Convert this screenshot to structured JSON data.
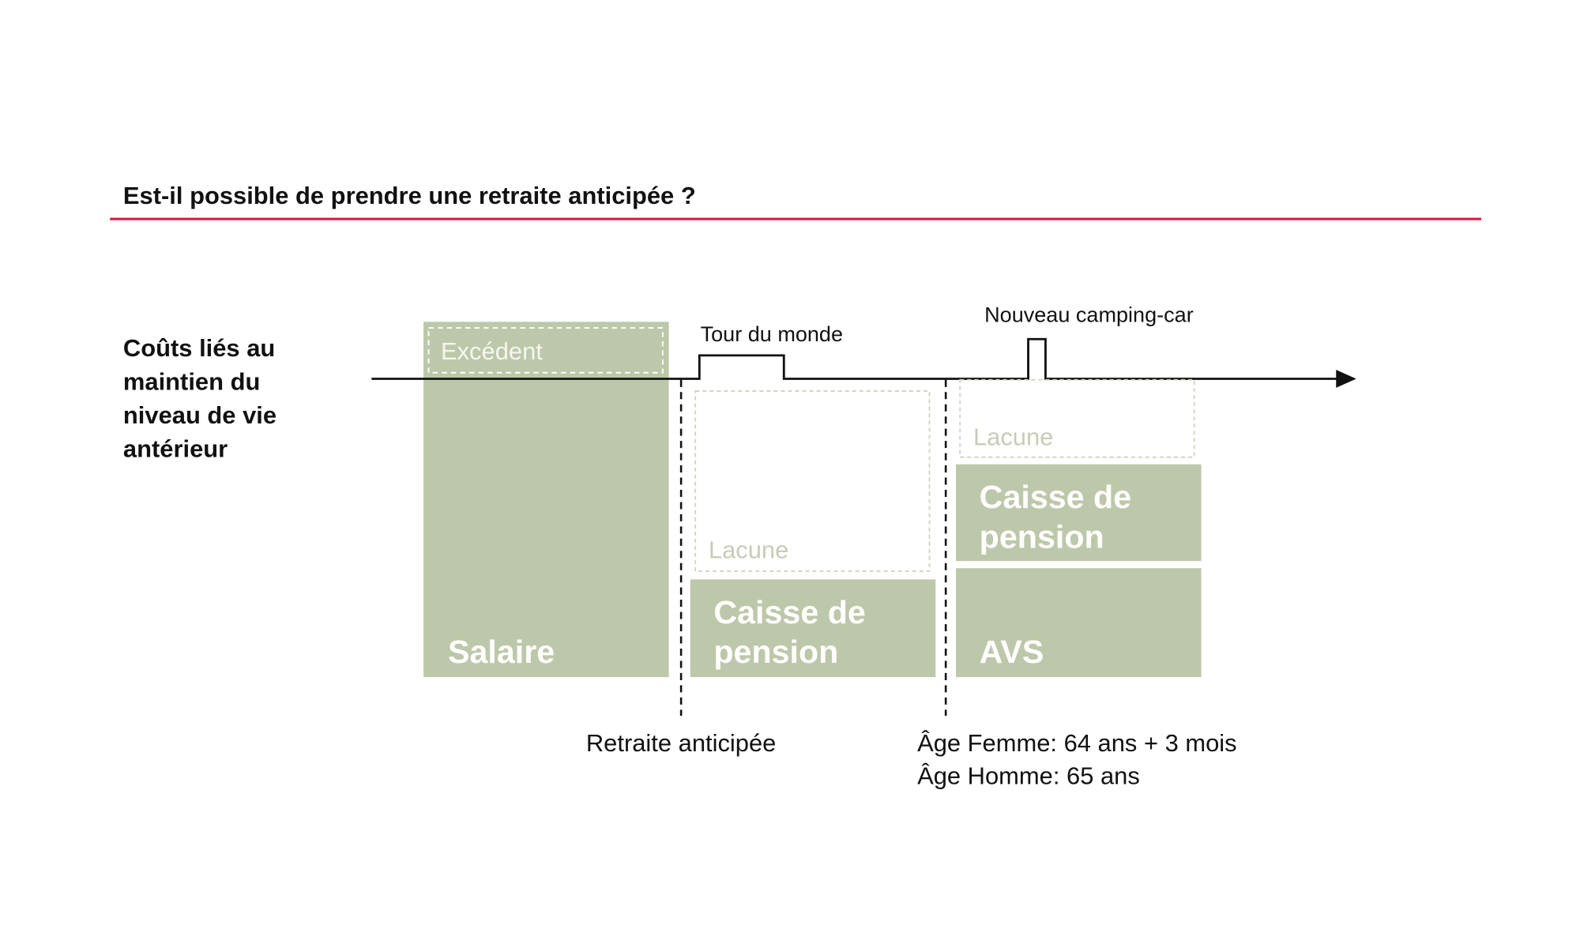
{
  "title": "Est-il possible de prendre une retraite anticipée ?",
  "colors": {
    "accent": "#e0193e",
    "block": "#bdc8aa",
    "lacune_border": "#d3d5c4",
    "lacune_text": "#c9cbb6",
    "line": "#111111"
  },
  "side_label": [
    "Coûts liés au",
    "maintien du",
    "niveau de vie",
    "antérieur"
  ],
  "events": {
    "tour": "Tour du monde",
    "camping": "Nouveau camping-car"
  },
  "phase1": {
    "excedent": "Excédent",
    "salary": "Salaire"
  },
  "phase2": {
    "lacune": "Lacune",
    "pension": [
      "Caisse de",
      "pension"
    ]
  },
  "phase3": {
    "lacune": "Lacune",
    "pension": [
      "Caisse de",
      "pension"
    ],
    "avs": "AVS"
  },
  "milestones": {
    "early": "Retraite anticipée",
    "legal": [
      "Âge Femme: 64 ans + 3 mois",
      "Âge Homme: 65 ans"
    ]
  }
}
